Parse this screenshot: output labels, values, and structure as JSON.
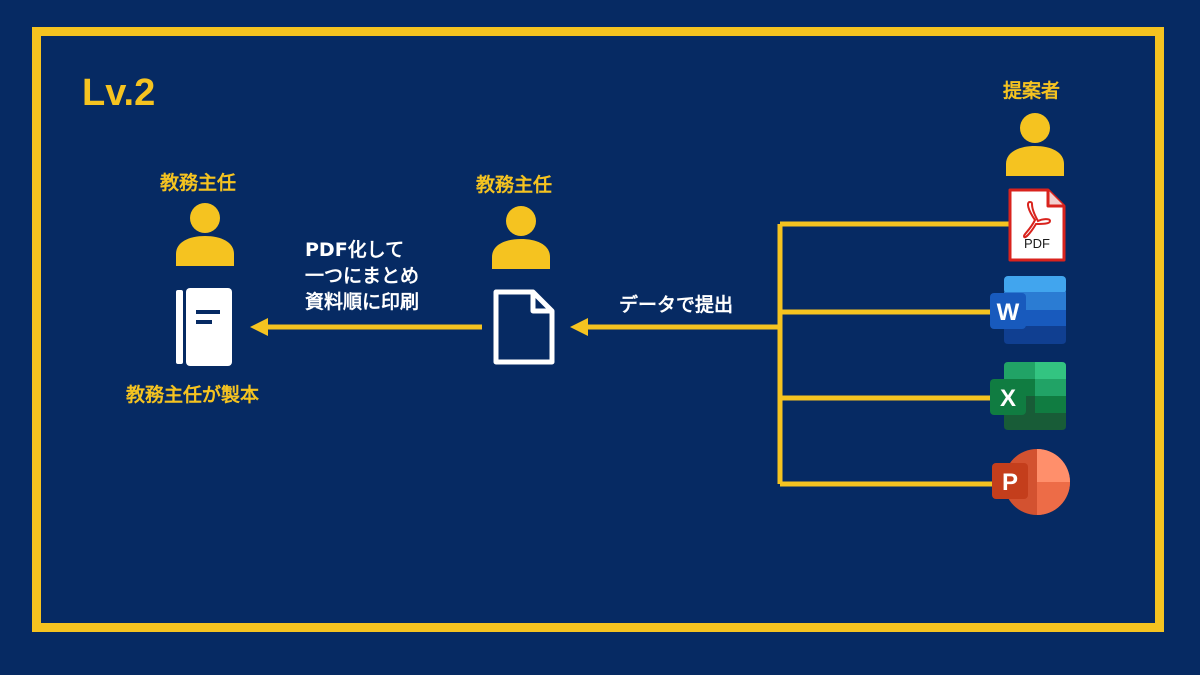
{
  "level": "Lv.2",
  "proposer": {
    "label": "提案者"
  },
  "chief_left": {
    "label": "教務主任"
  },
  "chief_mid": {
    "label": "教務主任"
  },
  "bind_caption": "教務主任が製本",
  "submit_label": "データで提出",
  "process_lines": [
    "PDF化して",
    "一つにまとめ",
    "資料順に印刷"
  ],
  "pdf_icon_text": "PDF",
  "word_letter": "W",
  "excel_letter": "X",
  "ppt_letter": "P",
  "colors": {
    "background": "#062a63",
    "accent": "#f5c320",
    "text_white": "#ffffff"
  },
  "icons": [
    "person-icon",
    "document-icon",
    "booklet-icon",
    "pdf-icon",
    "word-icon",
    "excel-icon",
    "powerpoint-icon"
  ]
}
